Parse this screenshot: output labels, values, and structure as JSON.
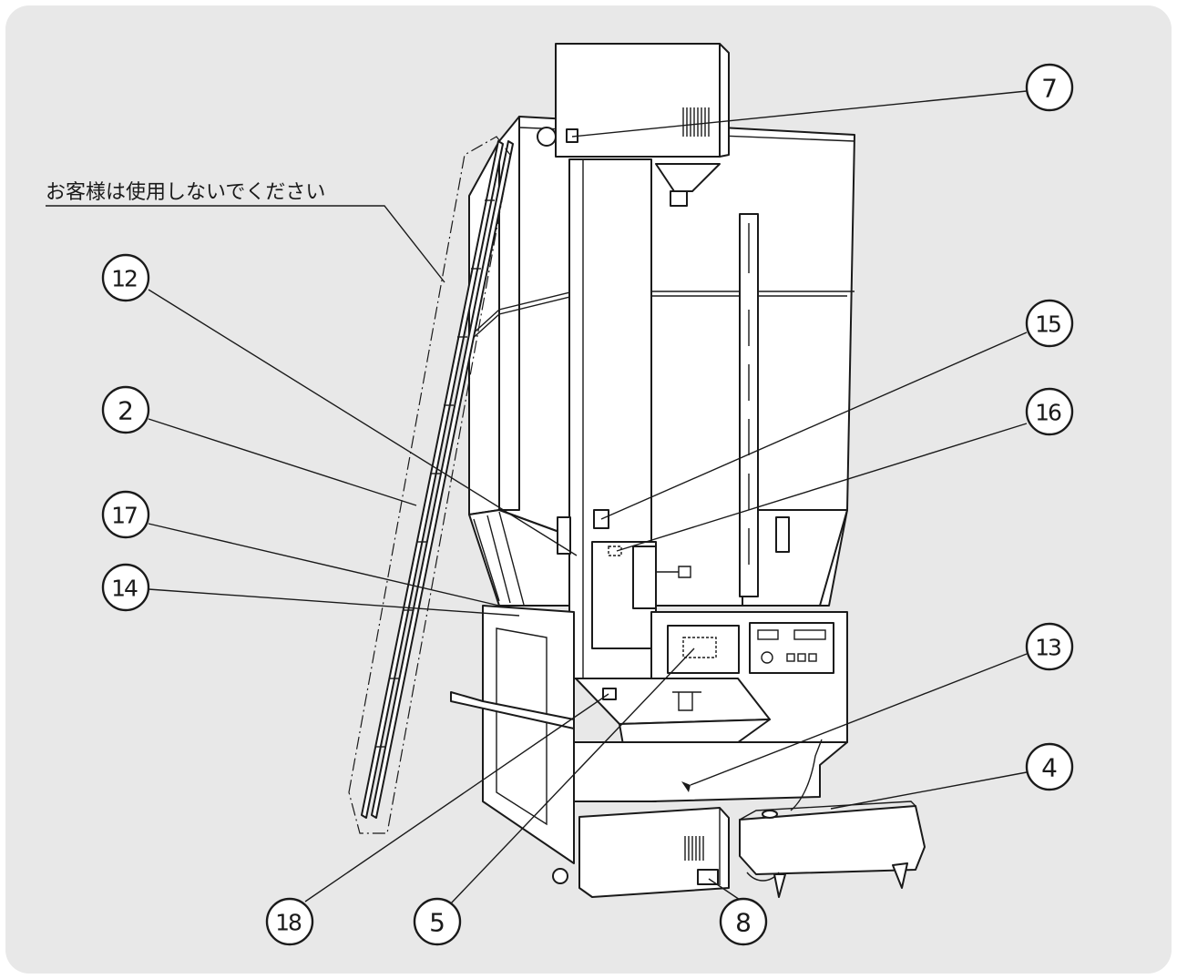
{
  "colors": {
    "background": "#e8e8e8",
    "line": "#1a1a1a",
    "fill": "#ffffff"
  },
  "note": {
    "text": "お客様は使用しないでください"
  },
  "callouts": [
    {
      "label": "7"
    },
    {
      "label": "12"
    },
    {
      "label": "15"
    },
    {
      "label": "2"
    },
    {
      "label": "16"
    },
    {
      "label": "17"
    },
    {
      "label": "14"
    },
    {
      "label": "13"
    },
    {
      "label": "4"
    },
    {
      "label": "18"
    },
    {
      "label": "5"
    },
    {
      "label": "8"
    }
  ]
}
